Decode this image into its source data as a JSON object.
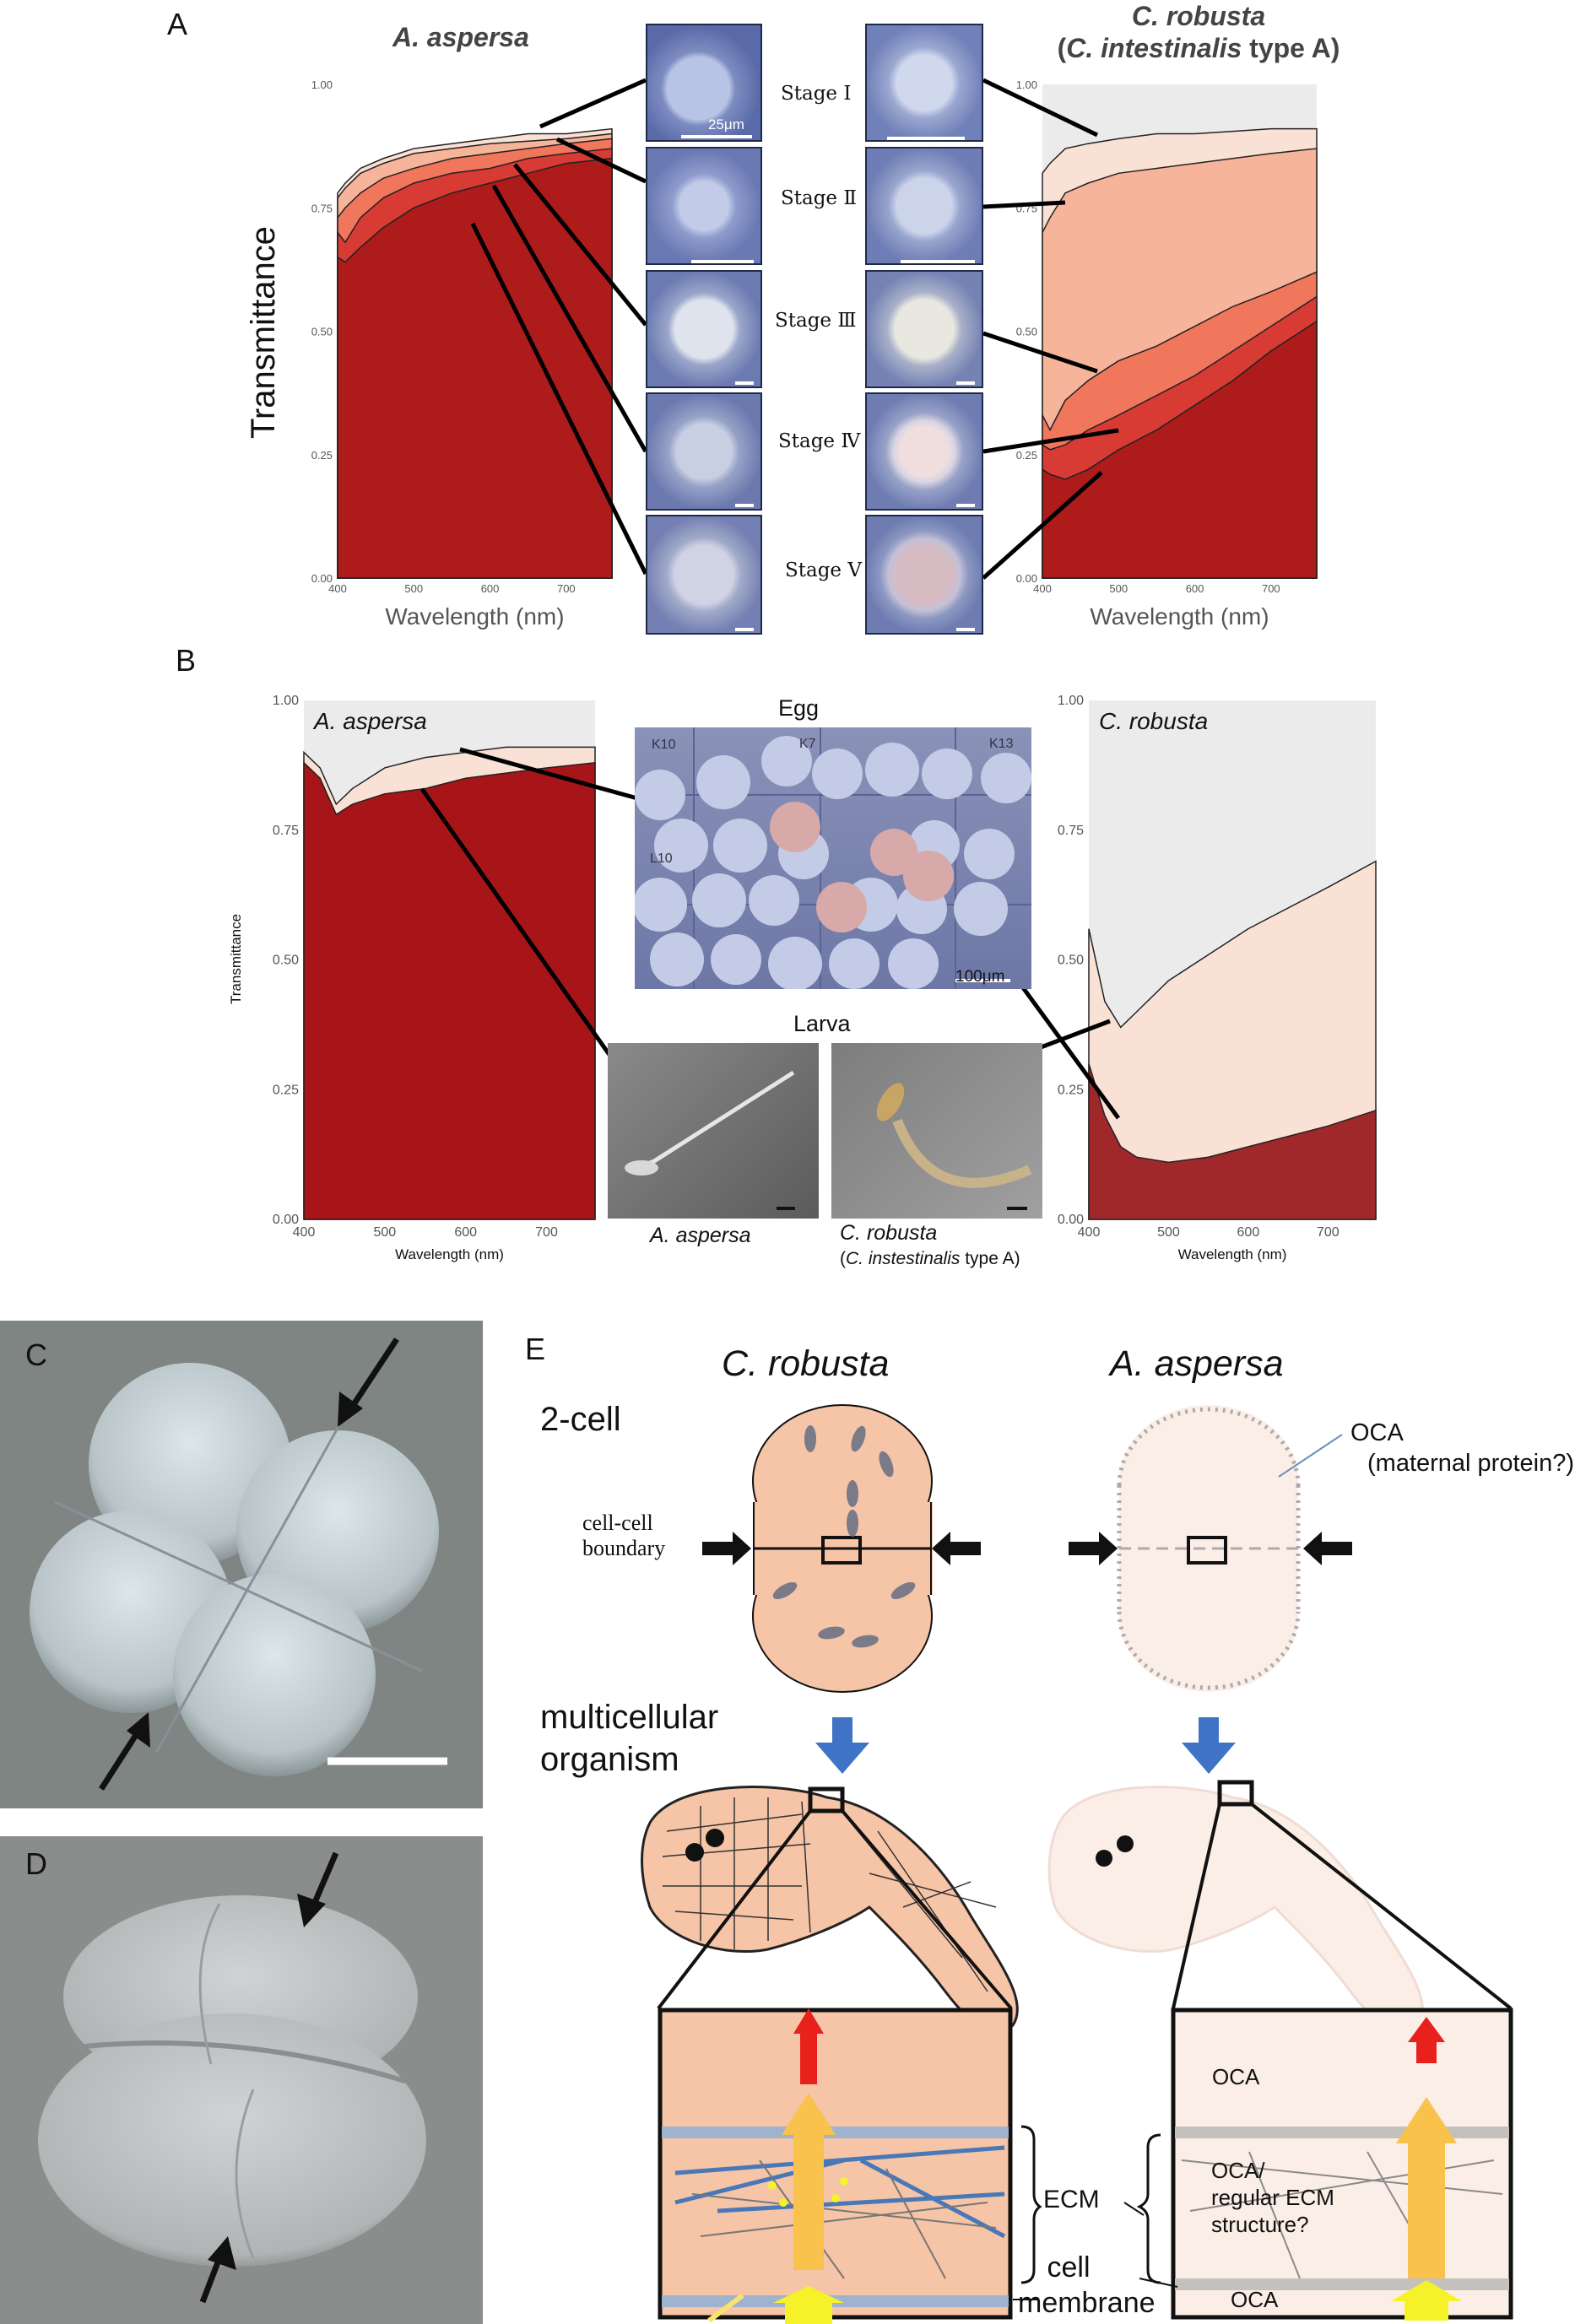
{
  "panel_labels": {
    "a": "A",
    "b": "B",
    "c": "C",
    "d": "D",
    "e": "E"
  },
  "panel_a": {
    "left_species": "A. aspersa",
    "right_species": "C. robusta",
    "right_species_sub_prefix": "(",
    "right_species_sub_italic": "C. intestinalis",
    "right_species_sub_suffix": " type A)",
    "ylabel": "Transmittance",
    "xlabel": "Wavelength (nm)",
    "stages": [
      "Stage Ⅰ",
      "Stage Ⅱ",
      "Stage Ⅲ",
      "Stage Ⅳ",
      "Stage Ⅴ"
    ],
    "scale_text": "25μm"
  },
  "panel_b": {
    "left_species": "A. aspersa",
    "right_species": "C. robusta",
    "ylabel": "Transmittance",
    "xlabel": "Wavelength (nm)",
    "egg_title": "Egg",
    "egg_scale": "100μm",
    "egg_grid_labels": [
      "K10",
      "K7",
      "K13",
      "L10"
    ],
    "larva_title": "Larva",
    "larva_left_caption": "A. aspersa",
    "larva_right_caption": "C. robusta",
    "larva_right_sub_prefix": "(",
    "larva_right_sub_italic": "C. instestinalis",
    "larva_right_sub_suffix": " type A)"
  },
  "panel_e": {
    "left_title": "C. robusta",
    "right_title": "A. aspersa",
    "two_cell": "2-cell",
    "boundary_line1": "cell-cell",
    "boundary_line2": "boundary",
    "oca_line1": "OCA",
    "oca_line2": "(maternal protein?)",
    "multicell_line1": "multicellular",
    "multicell_line2": "organism",
    "ecm": "ECM",
    "cell_line1": "cell",
    "cell_line2": "membrane",
    "inset_oca_top": "OCA",
    "inset_mid_line1": "OCA/",
    "inset_mid_line2": "regular ECM",
    "inset_mid_line3": "structure?",
    "inset_oca_bottom": "OCA"
  },
  "colors": {
    "fill_darkest": "#ad1b1b",
    "fill_dark": "#d83a34",
    "fill_mid": "#f0765c",
    "fill_light": "#f6b49a",
    "fill_lightest": "#fae1d6",
    "panel_bg": "#ebebeb",
    "embryo_fill": "#f6c4a6",
    "arrow_blue": "#3f73c5"
  },
  "chart_data": [
    {
      "type": "area",
      "title": "A. aspersa",
      "xlabel": "Wavelength (nm)",
      "ylabel": "Transmittance",
      "xlim": [
        400,
        760
      ],
      "ylim": [
        0,
        1
      ],
      "x_ticks": [
        400,
        500,
        600,
        700
      ],
      "y_ticks": [
        "0.00",
        "0.25",
        "0.50",
        "0.75",
        "1.00"
      ],
      "grid": false,
      "series": [
        {
          "name": "Stage Ⅰ",
          "x": [
            400,
            410,
            430,
            460,
            500,
            550,
            600,
            650,
            700,
            760
          ],
          "y": [
            0.78,
            0.8,
            0.83,
            0.85,
            0.87,
            0.88,
            0.89,
            0.9,
            0.9,
            0.91
          ]
        },
        {
          "name": "Stage Ⅱ",
          "x": [
            400,
            410,
            430,
            460,
            500,
            550,
            600,
            650,
            700,
            760
          ],
          "y": [
            0.77,
            0.79,
            0.82,
            0.84,
            0.86,
            0.87,
            0.88,
            0.885,
            0.89,
            0.9
          ]
        },
        {
          "name": "Stage Ⅲ",
          "x": [
            400,
            410,
            430,
            460,
            500,
            550,
            600,
            650,
            700,
            760
          ],
          "y": [
            0.73,
            0.75,
            0.78,
            0.81,
            0.83,
            0.85,
            0.86,
            0.87,
            0.88,
            0.89
          ]
        },
        {
          "name": "Stage Ⅳ",
          "x": [
            400,
            410,
            430,
            460,
            500,
            550,
            600,
            650,
            700,
            760
          ],
          "y": [
            0.7,
            0.68,
            0.73,
            0.77,
            0.8,
            0.82,
            0.83,
            0.85,
            0.86,
            0.87
          ]
        },
        {
          "name": "Stage Ⅴ",
          "x": [
            400,
            410,
            430,
            460,
            500,
            550,
            600,
            650,
            700,
            760
          ],
          "y": [
            0.65,
            0.64,
            0.67,
            0.71,
            0.75,
            0.78,
            0.8,
            0.82,
            0.84,
            0.85
          ]
        }
      ]
    },
    {
      "type": "area",
      "title": "C. robusta",
      "xlabel": "Wavelength (nm)",
      "ylabel": "",
      "xlim": [
        400,
        760
      ],
      "ylim": [
        0,
        1
      ],
      "x_ticks": [
        400,
        500,
        600,
        700
      ],
      "y_ticks": [
        "0.00",
        "0.25",
        "0.50",
        "0.75",
        "1.00"
      ],
      "grid": true,
      "series": [
        {
          "name": "Stage Ⅰ",
          "x": [
            400,
            410,
            430,
            460,
            500,
            550,
            600,
            650,
            700,
            760
          ],
          "y": [
            0.82,
            0.84,
            0.87,
            0.88,
            0.89,
            0.9,
            0.9,
            0.905,
            0.91,
            0.91
          ]
        },
        {
          "name": "Stage Ⅱ",
          "x": [
            400,
            410,
            430,
            460,
            500,
            550,
            600,
            650,
            700,
            760
          ],
          "y": [
            0.7,
            0.73,
            0.78,
            0.8,
            0.82,
            0.83,
            0.84,
            0.85,
            0.86,
            0.87
          ]
        },
        {
          "name": "Stage Ⅲ",
          "x": [
            400,
            410,
            430,
            460,
            500,
            550,
            600,
            650,
            700,
            760
          ],
          "y": [
            0.33,
            0.3,
            0.36,
            0.4,
            0.44,
            0.47,
            0.51,
            0.55,
            0.58,
            0.62
          ]
        },
        {
          "name": "Stage Ⅳ",
          "x": [
            400,
            410,
            430,
            460,
            500,
            550,
            600,
            650,
            700,
            760
          ],
          "y": [
            0.27,
            0.26,
            0.27,
            0.3,
            0.33,
            0.37,
            0.41,
            0.46,
            0.51,
            0.57
          ]
        },
        {
          "name": "Stage Ⅴ",
          "x": [
            400,
            410,
            430,
            460,
            500,
            550,
            600,
            650,
            700,
            760
          ],
          "y": [
            0.22,
            0.21,
            0.2,
            0.22,
            0.26,
            0.3,
            0.35,
            0.4,
            0.46,
            0.52
          ]
        }
      ]
    },
    {
      "type": "area",
      "title": "A. aspersa",
      "xlabel": "Wavelength (nm)",
      "ylabel": "Transmittance",
      "xlim": [
        400,
        760
      ],
      "ylim": [
        0,
        1
      ],
      "x_ticks": [
        400,
        500,
        600,
        700
      ],
      "y_ticks": [
        "0.00",
        "0.25",
        "0.50",
        "0.75",
        "1.00"
      ],
      "grid": true,
      "series": [
        {
          "name": "Egg",
          "x": [
            400,
            420,
            440,
            460,
            500,
            550,
            600,
            650,
            700,
            760
          ],
          "y": [
            0.9,
            0.87,
            0.8,
            0.83,
            0.87,
            0.89,
            0.9,
            0.91,
            0.91,
            0.91
          ]
        },
        {
          "name": "Larva",
          "x": [
            400,
            420,
            440,
            460,
            500,
            550,
            600,
            650,
            700,
            760
          ],
          "y": [
            0.88,
            0.85,
            0.78,
            0.8,
            0.82,
            0.83,
            0.85,
            0.86,
            0.87,
            0.88
          ]
        }
      ]
    },
    {
      "type": "area",
      "title": "C. robusta",
      "xlabel": "Wavelength (nm)",
      "ylabel": "",
      "xlim": [
        400,
        760
      ],
      "ylim": [
        0,
        1
      ],
      "x_ticks": [
        400,
        500,
        600,
        700
      ],
      "y_ticks": [
        "0.00",
        "0.25",
        "0.50",
        "0.75",
        "1.00"
      ],
      "grid": true,
      "series": [
        {
          "name": "Larva",
          "x": [
            400,
            420,
            440,
            460,
            500,
            550,
            600,
            650,
            700,
            760
          ],
          "y": [
            0.56,
            0.42,
            0.37,
            0.4,
            0.46,
            0.51,
            0.56,
            0.6,
            0.64,
            0.69
          ]
        },
        {
          "name": "Egg",
          "x": [
            400,
            420,
            440,
            460,
            500,
            550,
            600,
            650,
            700,
            760
          ],
          "y": [
            0.3,
            0.2,
            0.14,
            0.12,
            0.11,
            0.12,
            0.14,
            0.16,
            0.18,
            0.21
          ]
        }
      ]
    }
  ]
}
